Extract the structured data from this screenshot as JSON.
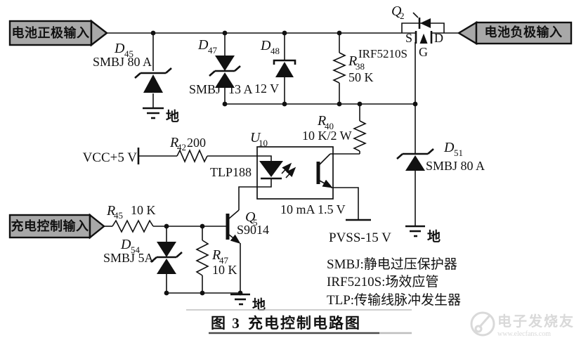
{
  "figure": {
    "caption_fig": "图 3",
    "caption_title": "充电控制电路图"
  },
  "ports": {
    "battery_positive": "电池正极输入",
    "battery_negative": "电池负极输入",
    "charge_control": "充电控制输入",
    "vcc": "VCC+5 V",
    "pvss": "PVSS-15 V",
    "ground": "地"
  },
  "components": {
    "d45": {
      "ref": "D",
      "sub": "45",
      "value": "SMBJ 80 A"
    },
    "d47": {
      "ref": "D",
      "sub": "47",
      "value_left": "SMBJ",
      "value_right": "13 A"
    },
    "d48": {
      "ref": "D",
      "sub": "48",
      "value": "12 V"
    },
    "r38": {
      "ref": "R",
      "sub": "38",
      "value": "50 K"
    },
    "q2": {
      "ref": "Q",
      "sub": "2",
      "part": "IRF5210S",
      "pin_source": "S",
      "pin_drain": "D",
      "pin_gate": "G"
    },
    "r40": {
      "ref": "R",
      "sub": "40",
      "value": "10 K/2 W"
    },
    "r42": {
      "ref": "R",
      "sub": "42",
      "value": "200"
    },
    "u10": {
      "ref": "U",
      "sub": "10",
      "part": "TLP188",
      "note": "10 mA 1.5 V"
    },
    "d51": {
      "ref": "D",
      "sub": "51",
      "value": "SMBJ 80 A"
    },
    "q5": {
      "ref": "Q",
      "sub": "5",
      "part": "S9014"
    },
    "r45": {
      "ref": "R",
      "sub": "45",
      "value": "10 K"
    },
    "d54": {
      "ref": "D",
      "sub": "54",
      "value": "SMBJ 5A"
    },
    "r47": {
      "ref": "R",
      "sub": "47",
      "value": "10 K"
    }
  },
  "legend": [
    "SMBJ:静电过压保护器",
    "IRF5210S:场效应管",
    "TLP:传输线脉冲发生器"
  ],
  "watermark": {
    "name": "电子发烧友",
    "site": "www.elecfans.com"
  },
  "colors": {
    "port_fill": "#a8a8a8",
    "line": "#111111",
    "watermark": "#d9d9d9"
  }
}
